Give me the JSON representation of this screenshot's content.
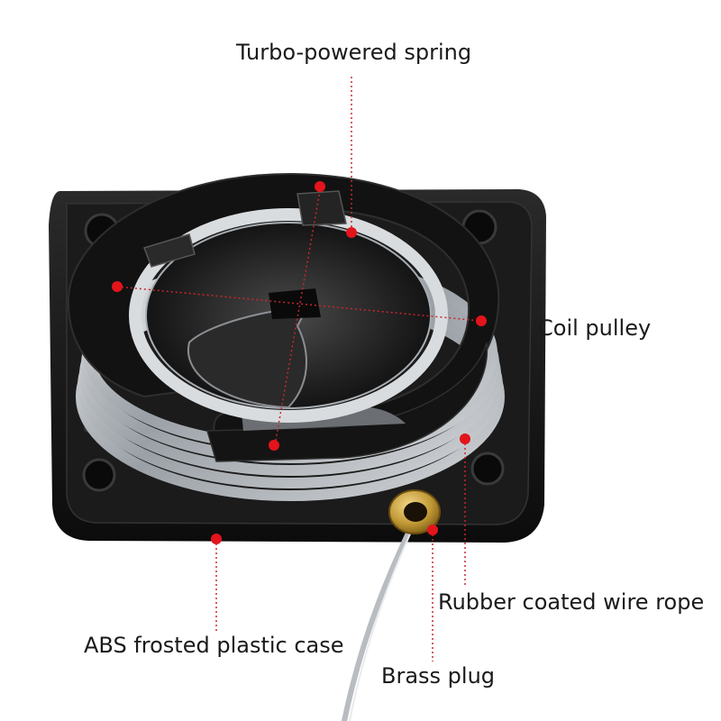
{
  "labels": {
    "spring": "Turbo-powered spring",
    "pulley": "Coil pulley",
    "case": "ABS frosted plastic case",
    "rope": "Rubber coated wire rope",
    "plug": "Brass plug"
  },
  "colors": {
    "marker": "#e3141b",
    "leader": "#c8282d",
    "case": "#141414",
    "wire": "#b9bcc0",
    "brass": "#c9a13c"
  }
}
